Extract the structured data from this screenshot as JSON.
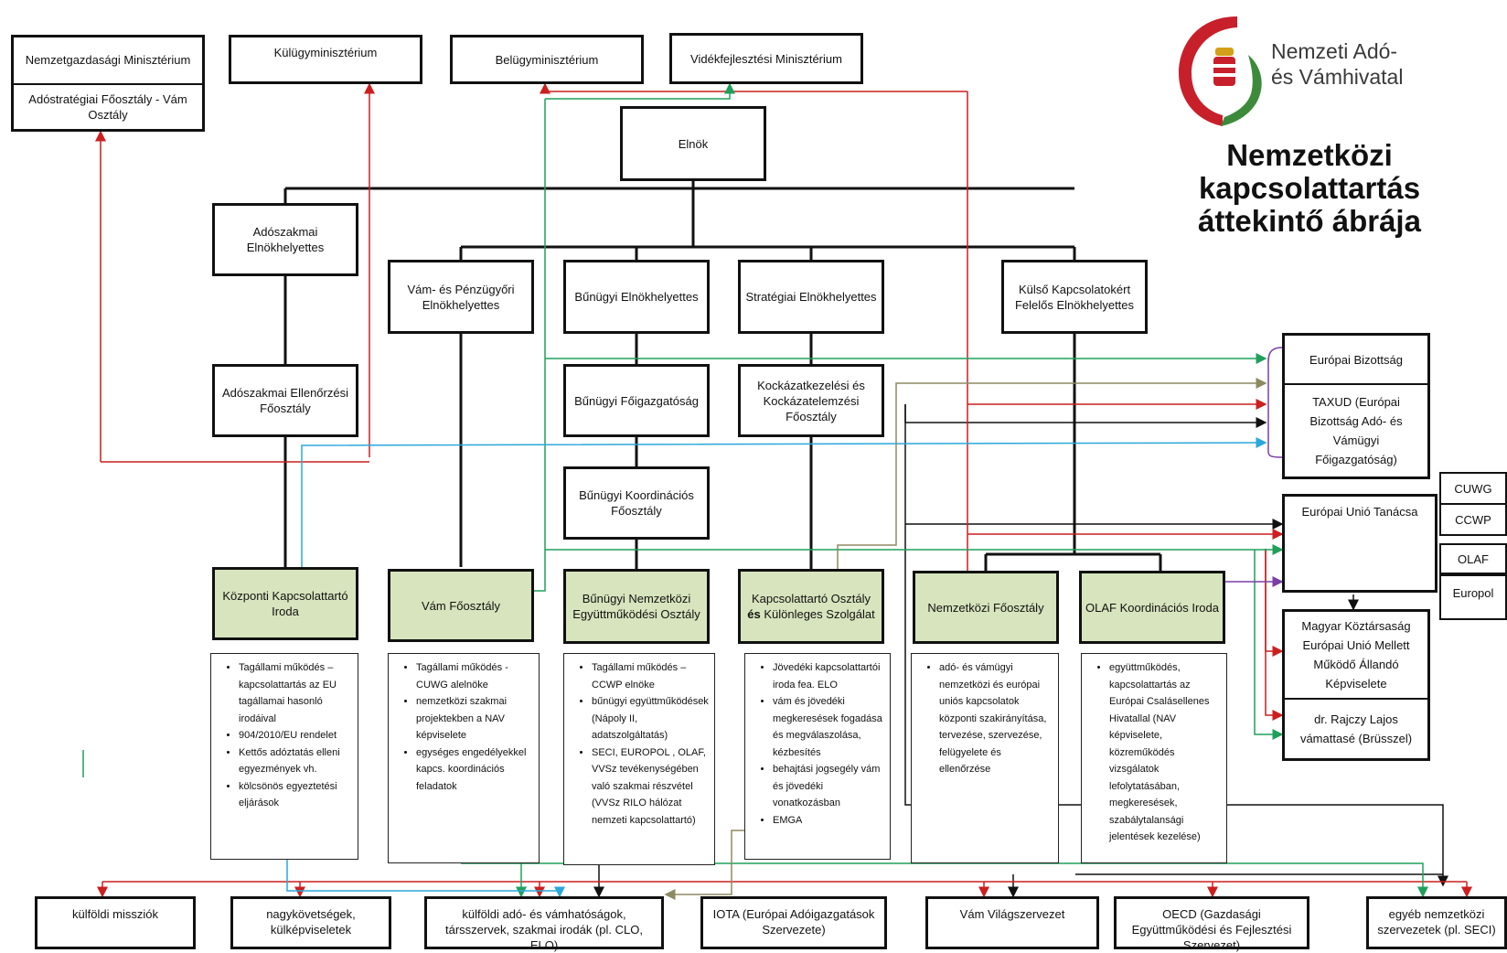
{
  "logo": {
    "line1": "Nemzeti Adó-",
    "line2": "és Vámhivatal"
  },
  "title": {
    "line1": "Nemzetközi kapcsolattartás",
    "line2": "áttekintő ábrája"
  },
  "ministries": {
    "nemzetgazdasagi": "Nemzetgazdasági Minisztérium",
    "adostrategiai": "Adóstratégiai Főosztály - Vám Osztály",
    "kulugy": "Külügyminisztérium",
    "belugy": "Belügyminisztérium",
    "videkfejlesztesi": "Vidékfejlesztési Minisztérium"
  },
  "org": {
    "elnok": "Elnök",
    "adoszakmai_eh": "Adószakmai Elnökhelyettes",
    "vam_eh": "Vám- és Pénzügyőri Elnökhelyettes",
    "bunugyi_eh": "Bűnügyi Elnökhelyettes",
    "strategiai_eh": "Stratégiai Elnökhelyettes",
    "kulso_eh": "Külső Kapcsolatokért Felelős Elnökhelyettes",
    "adoszakmai_ellenorzesi": "Adószakmai Ellenőrzési Főosztály",
    "bunugyi_foigazgatosag": "Bűnügyi Főigazgatóság",
    "kockazat": "Kockázatkezelési és Kockázatelemzési Főosztály",
    "bunugyi_koordinacios": "Bűnügyi Koordinációs Főosztály"
  },
  "units": {
    "kozponti": "Központi Kapcsolattartó Iroda",
    "vam_foosztaly": "Vám Főosztály",
    "bunugyi_nemzetkozi": "Bűnügyi Nemzetközi Együttműködési Osztály",
    "kapcsolattarto_pre": "Kapcsolattartó  Osztály",
    "kapcsolattarto_bold": "és",
    "kapcsolattarto_post": "Különleges Szolgálat",
    "nemzetkozi_foosztaly": "Nemzetközi Főosztály",
    "olaf_koordinacios": "OLAF Koordinációs Iroda"
  },
  "lists": {
    "kozponti": [
      "Tagállami működés – kapcsolattartás az EU tagállamai hasonló irodáival",
      "904/2010/EU rendelet",
      "Kettős adóztatás elleni egyezmények vh.",
      "kölcsönös egyeztetési eljárások"
    ],
    "vam": [
      "Tagállami működés - CUWG alelnöke",
      "nemzetközi szakmai projektekben a NAV képviselete",
      "egységes engedélyekkel kapcs. koordinációs feladatok"
    ],
    "bunugyi": [
      "Tagállami működés – CCWP elnöke",
      "bűnügyi együttműködések (Nápoly II, adatszolgáltatás)",
      "SECI, EUROPOL , OLAF, VVSz tevékenységében való szakmai részvétel (VVSz RILO hálózat nemzeti kapcsolattartó)"
    ],
    "kapcsolattarto": [
      "Jövedéki kapcsolattartói iroda fea. ELO",
      "vám és jövedéki megkeresések fogadása és megválaszolása, kézbesítés",
      "behajtási jogsegély vám és jövedéki vonatkozásban",
      "EMGA"
    ],
    "nemzetkozi": [
      "adó- és vámügyi nemzetközi és európai uniós kapcsolatok központi szakirányítása, tervezése, szervezése, felügyelete és ellenőrzése"
    ],
    "olaf": [
      "együttműködés, kapcsolattartás az Európai Csalásellenes Hivatallal (NAV képviselete, közreműködés vizsgálatok lefolytatásában, megkeresések, szabálytalansági jelentések kezelése)"
    ]
  },
  "eu": {
    "europai_bizottsag": "Európai Bizottság",
    "taxud": "TAXUD (Európai Bizottság Adó- és Vámügyi Főigazgatóság)",
    "tanacs": "Európai Unió Tanácsa",
    "cuwg": "CUWG",
    "ccwp": "CCWP",
    "olaf": "OLAF",
    "europol": "Europol",
    "kepviselet": "Magyar Köztársaság Európai Unió Mellett Működő Állandó Képviselete",
    "rajczy": "dr. Rajczy Lajos vámattasé (Brüsszel)"
  },
  "bottom": {
    "kulfoldi_missziok": "külföldi missziók",
    "nagykovetsegek": "nagykövetségek, külképviseletek",
    "kulfoldi_ado": "külföldi adó- és vámhatóságok, társszervek, szakmai irodák (pl. CLO, ELO)",
    "iota": "IOTA (Európai Adóigazgatások Szervezete)",
    "vam_vilag": "Vám Világszervezet",
    "oecd": "OECD (Gazdasági Együttműködési és Fejlesztési Szervezet)",
    "egyeb": "egyéb nemzetközi szervezetek (pl. SECI)"
  },
  "colors": {
    "black": "#111111",
    "red": "#cc1f1f",
    "green": "#1fa05a",
    "blue": "#2aa7dc",
    "olive": "#8d8a63",
    "purple": "#7b3fa6",
    "unit_fill": "#d7e4bd"
  }
}
